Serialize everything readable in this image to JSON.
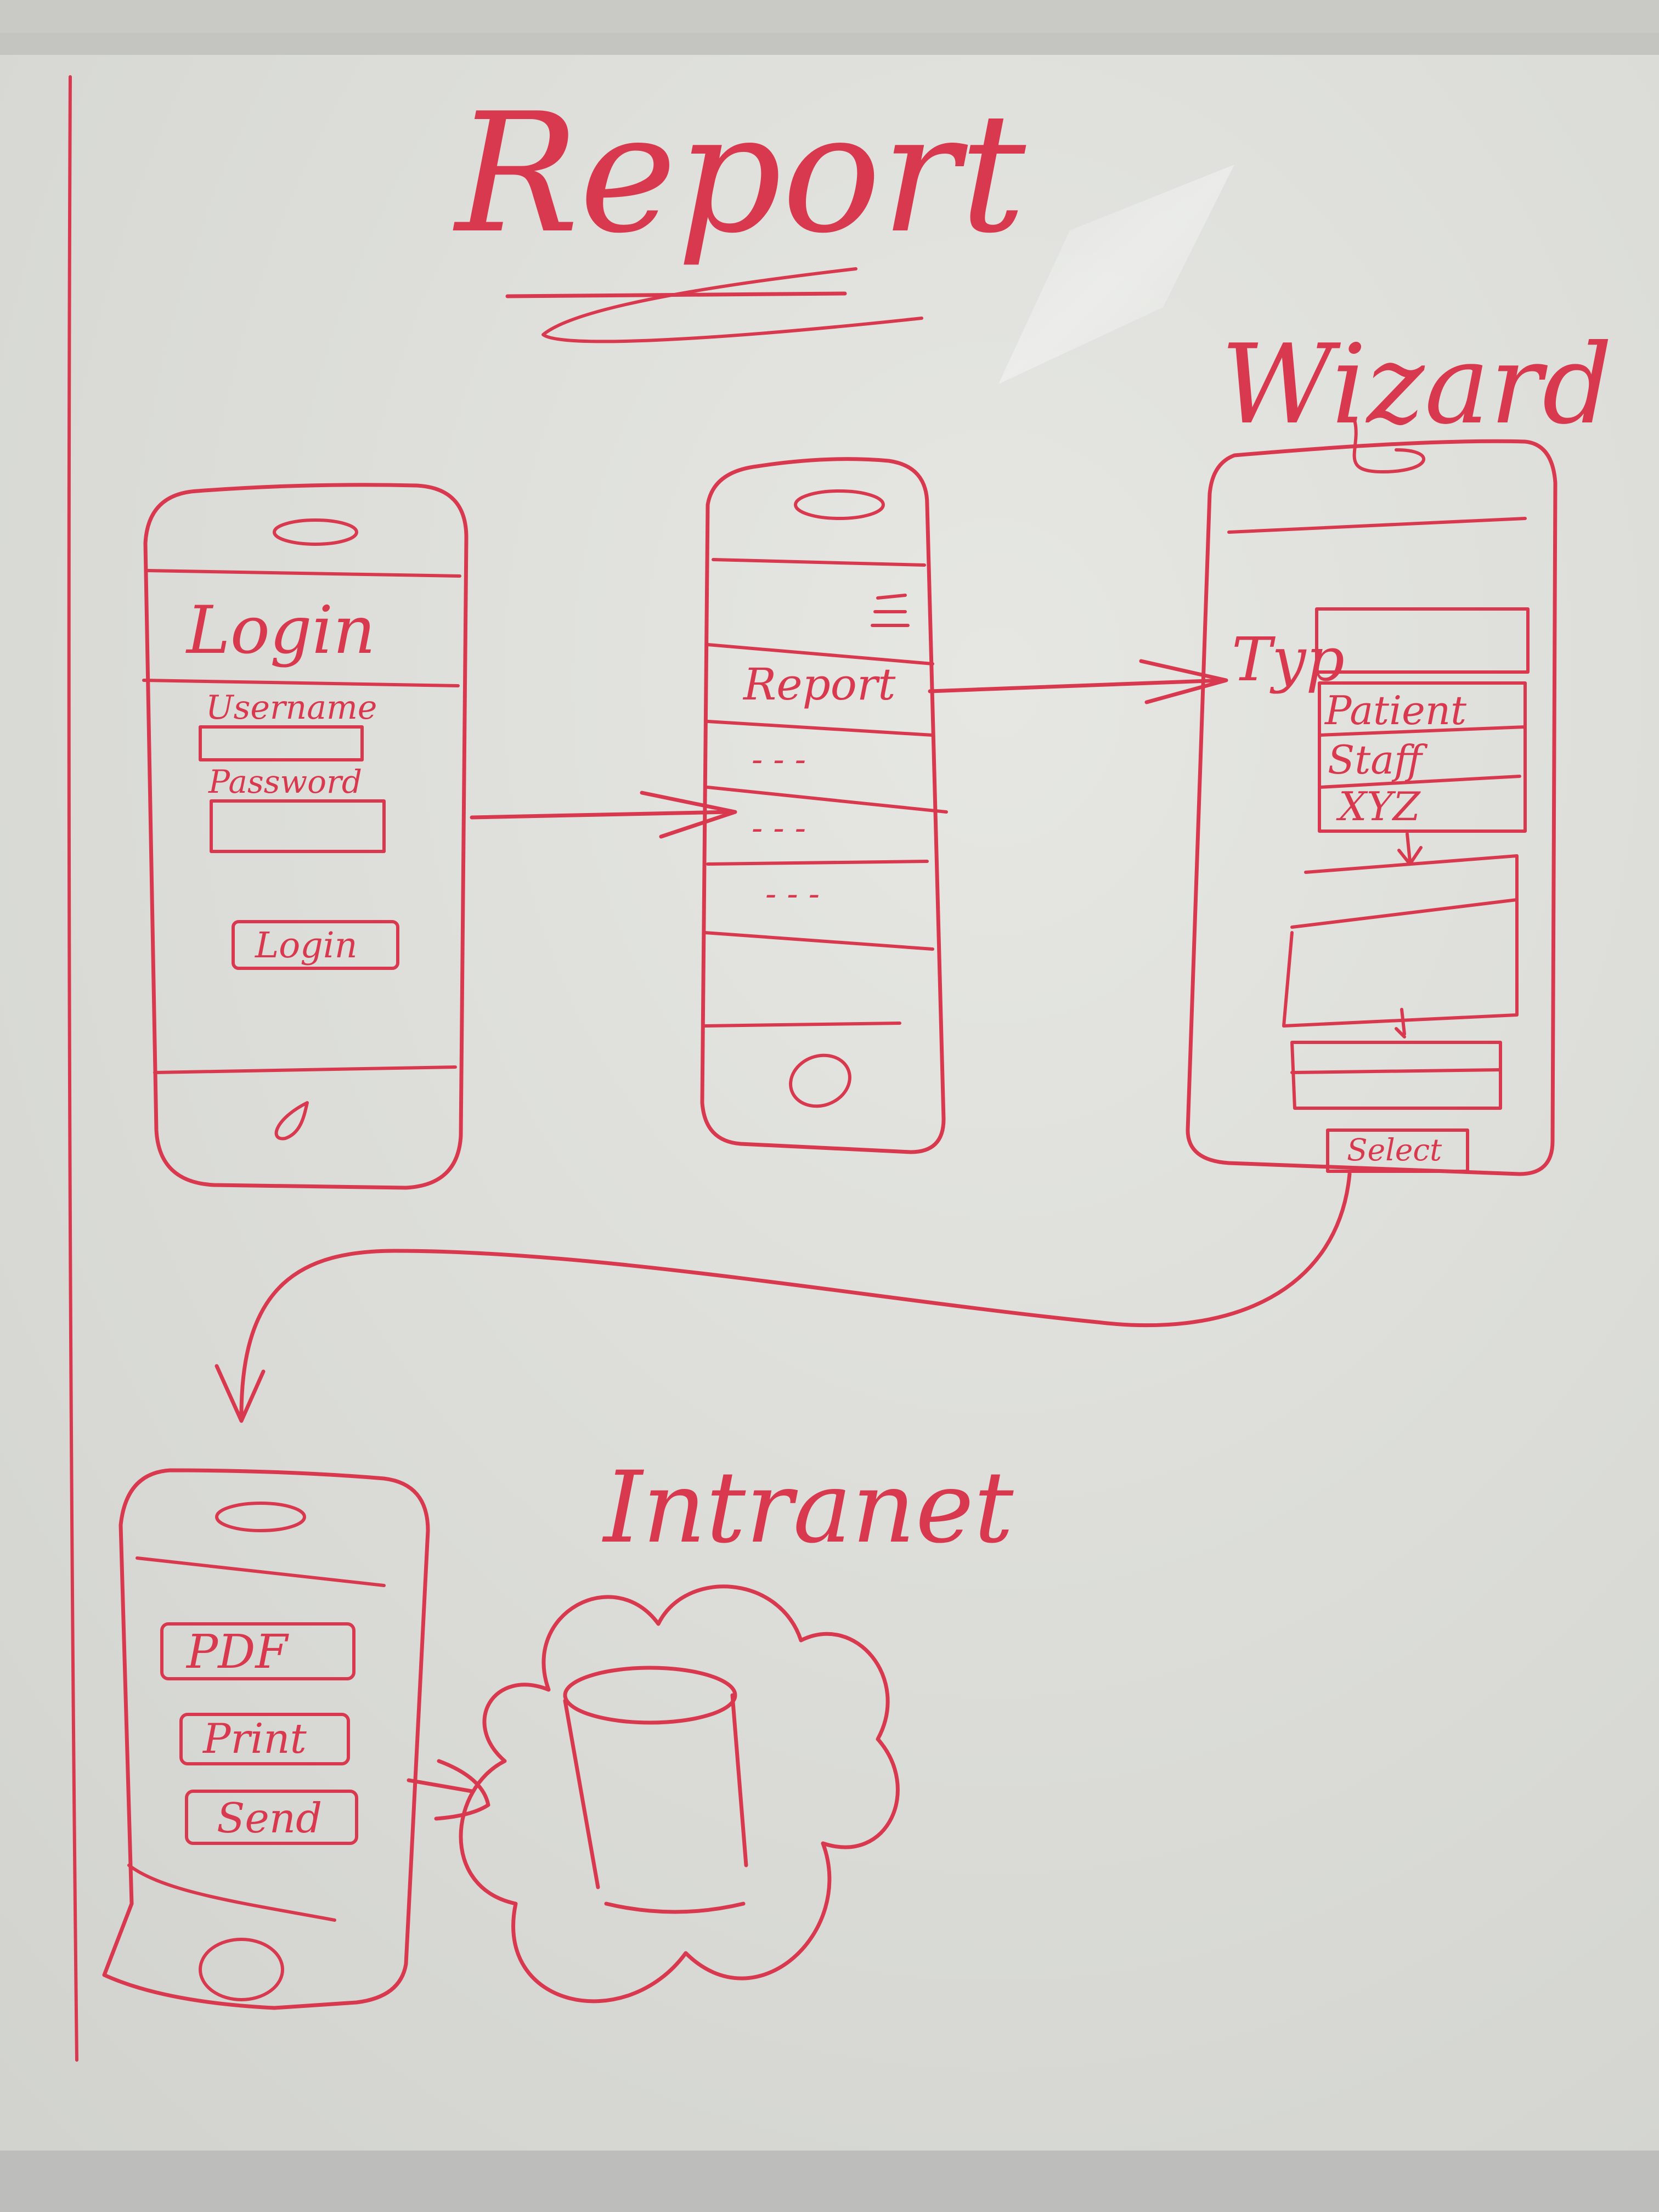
{
  "board": {
    "title": "Report",
    "ink_color": "#d8394f",
    "surface_color": "#dedfdb",
    "frame_color": "#c9cac6"
  },
  "screens": {
    "login": {
      "heading": "Login",
      "username_label": "Username",
      "password_label": "Password",
      "button_label": "Login"
    },
    "menu": {
      "report_item": "Report",
      "placeholder_items": [
        "- - -",
        "- - -",
        "- - -"
      ]
    },
    "wizard": {
      "title": "Wizard",
      "type_label": "Typ",
      "options": [
        "Patient",
        "Staff",
        "XYZ"
      ],
      "select_button": "Select"
    },
    "export": {
      "buttons": [
        "PDF",
        "Print",
        "Send"
      ]
    },
    "intranet": {
      "label": "Intranet",
      "icon": "database-cloud-icon"
    }
  }
}
